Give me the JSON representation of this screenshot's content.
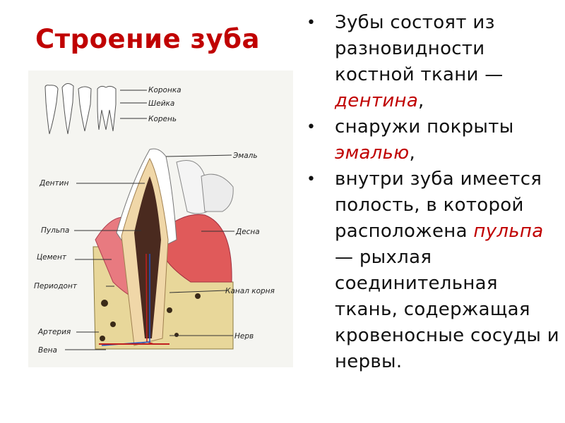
{
  "slide": {
    "title": "Строение зуба"
  },
  "figure": {
    "small_labels": {
      "crown": "Коронка",
      "neck": "Шейка",
      "root": "Корень"
    },
    "labels": {
      "enamel": "Эмаль",
      "dentin": "Дентин",
      "pulp": "Пульпа",
      "gum": "Десна",
      "cement": "Цемент",
      "periodont": "Периодонт",
      "root_canal": "Канал корня",
      "artery": "Артерия",
      "nerve": "Нерв",
      "vein": "Вена"
    },
    "colors": {
      "gum": "#e05a5a",
      "bone": "#e8d79a",
      "pulp": "#4a2a1f",
      "enamel": "#ffffff",
      "artery": "#c02020",
      "vein": "#2050c0"
    }
  },
  "bullets": [
    {
      "text_before": "Зубы состоят из разновидности костной ткани — ",
      "term": "дентина",
      "text_after": ","
    },
    {
      "text_before": "снаружи покрыты ",
      "term": "эмалью",
      "text_after": ","
    },
    {
      "text_before": "внутри зуба имеется полость, в которой расположена ",
      "term": "пульпа",
      "text_after": " — рыхлая соединительная ткань, содержащая кровеносные сосуды и нервы."
    }
  ]
}
